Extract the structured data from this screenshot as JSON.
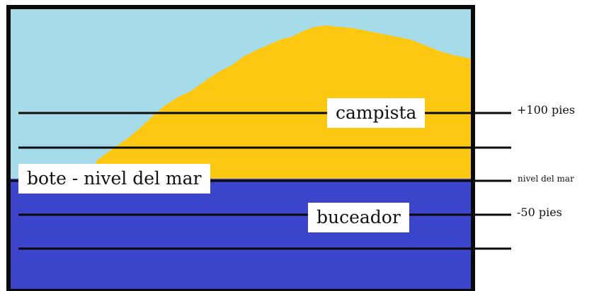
{
  "colors": {
    "sky": "#a6dbea",
    "land": "#fcc812",
    "sea": "#3c44c9",
    "line": "#0a0a0a",
    "label_bg": "#ffffff"
  },
  "labels": {
    "camper": "campista",
    "boat": "bote - nivel del mar",
    "diver": "buceador"
  },
  "levels": {
    "plus_100": "+100 pies",
    "sea_level": "nivel del mar",
    "minus_50": "-50 pies"
  }
}
